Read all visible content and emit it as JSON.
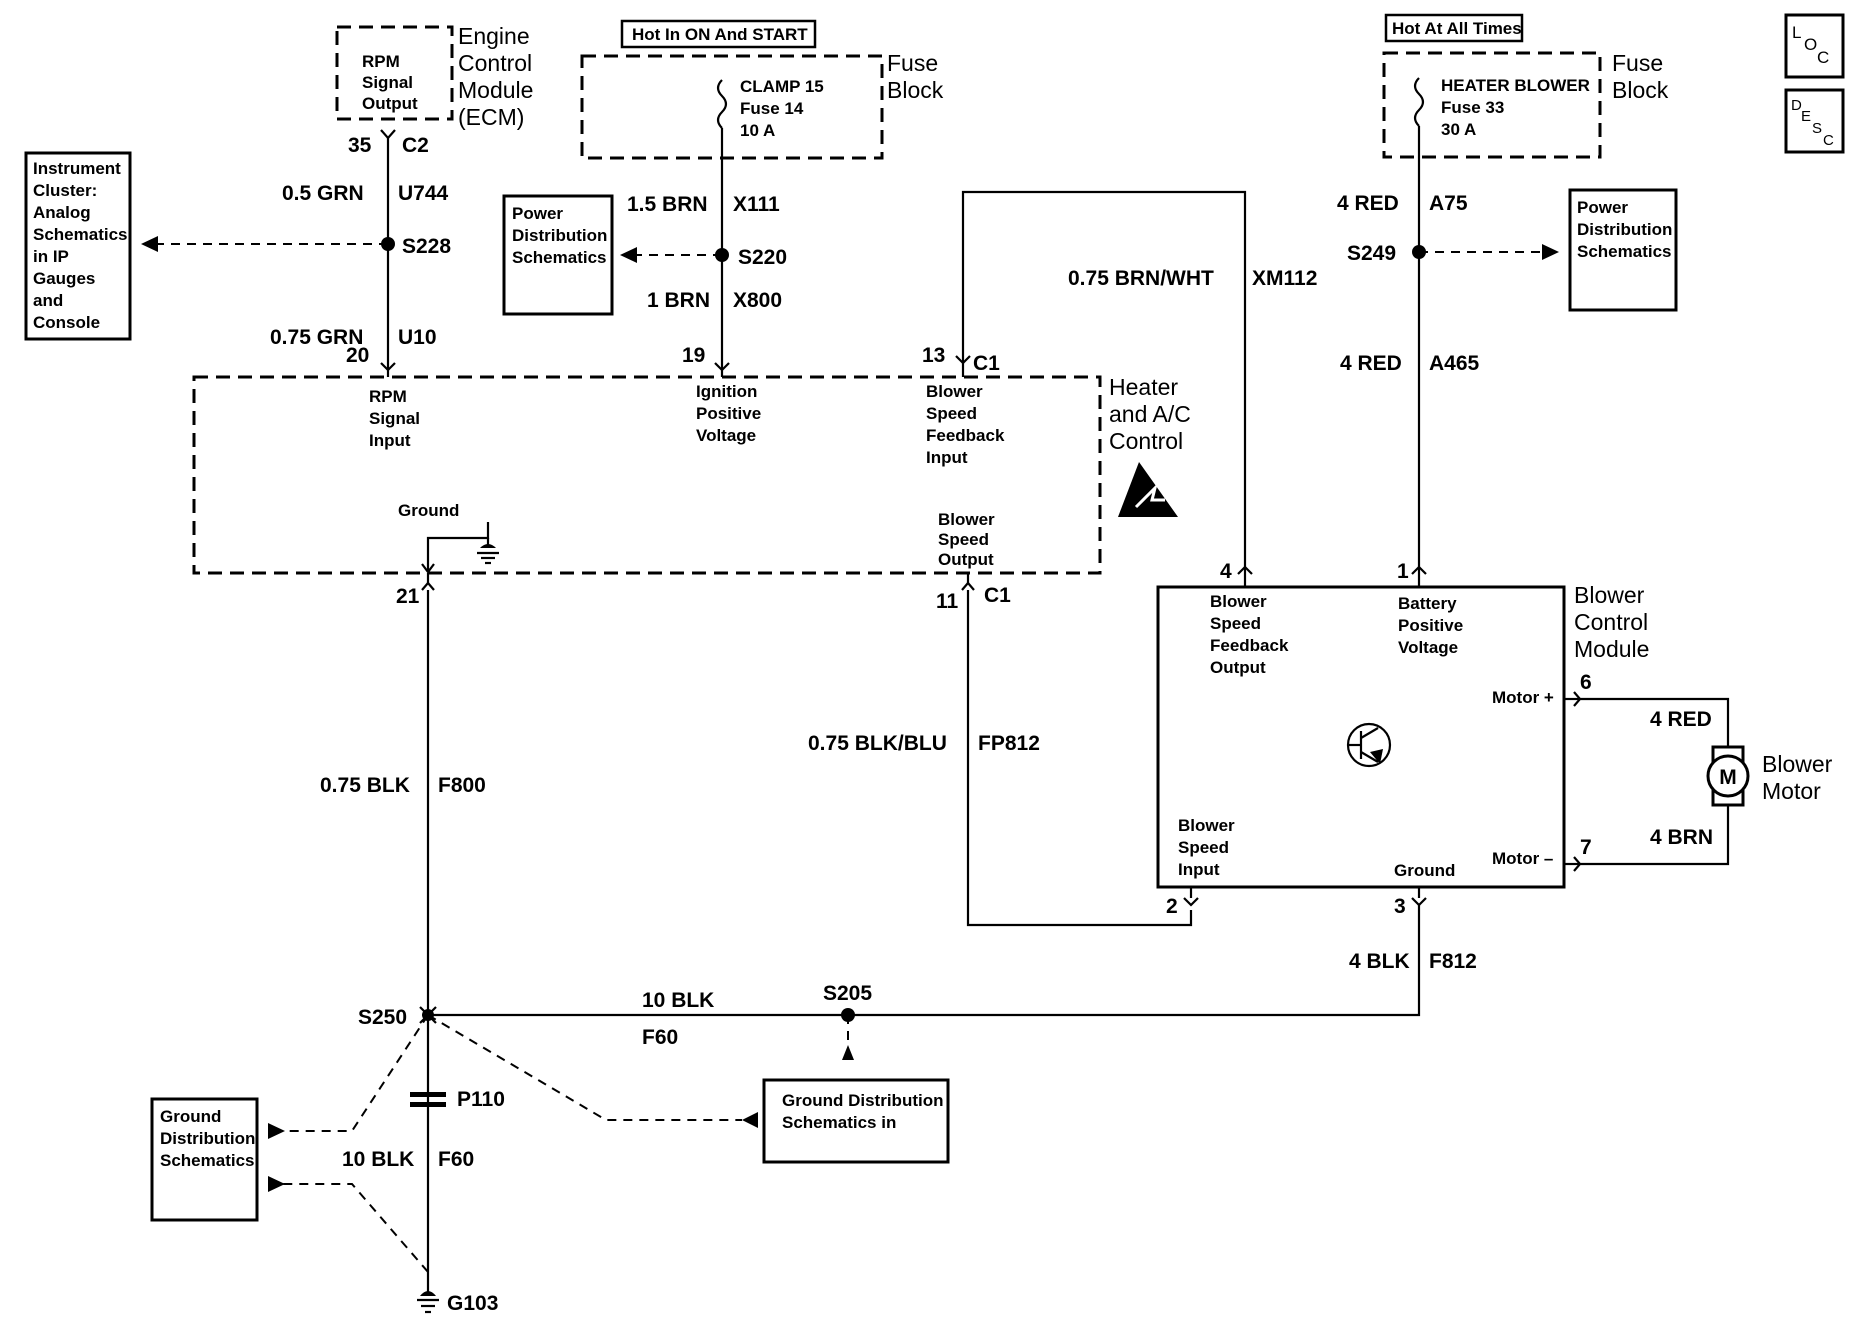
{
  "corner_tags": {
    "loc": [
      "L",
      "O",
      "C"
    ],
    "desc": [
      "D",
      "E",
      "S",
      "C"
    ]
  },
  "ecm": {
    "lines": [
      "Engine",
      "Control",
      "Module",
      "(ECM)"
    ],
    "pin_lines": [
      "RPM",
      "Signal",
      "Output"
    ],
    "pin": "35",
    "connector": "C2"
  },
  "fuse14": {
    "banner": "Hot In ON And START",
    "name": "CLAMP 15",
    "fuse": "Fuse 14",
    "rating": "10 A",
    "block_lines": [
      "Fuse",
      "Block"
    ]
  },
  "fuse33": {
    "banner": "Hot At All Times",
    "name": "HEATER BLOWER",
    "fuse": "Fuse 33",
    "rating": "30 A",
    "block_lines": [
      "Fuse",
      "Block"
    ]
  },
  "instrument_cluster": {
    "lines": [
      "Instrument",
      "Cluster:",
      "Analog",
      "Schematics",
      "in IP",
      "Gauges",
      "and",
      "Console"
    ]
  },
  "pds_left": {
    "lines": [
      "Power",
      "Distribution",
      "Schematics"
    ]
  },
  "pds_right": {
    "lines": [
      "Power",
      "Distribution",
      "Schematics"
    ]
  },
  "wires": {
    "u744": {
      "gauge": "0.5 GRN",
      "circuit": "U744"
    },
    "u10": {
      "gauge": "0.75 GRN",
      "circuit": "U10"
    },
    "x111": {
      "gauge": "1.5 BRN",
      "circuit": "X111"
    },
    "x800": {
      "gauge": "1 BRN",
      "circuit": "X800"
    },
    "xm112": {
      "gauge": "0.75 BRN/WHT",
      "circuit": "XM112"
    },
    "a75": {
      "gauge": "4 RED",
      "circuit": "A75"
    },
    "a465": {
      "gauge": "4 RED",
      "circuit": "A465"
    },
    "fp812": {
      "gauge": "0.75 BLK/BLU",
      "circuit": "FP812"
    },
    "f800": {
      "gauge": "0.75 BLK",
      "circuit": "F800"
    },
    "f812": {
      "gauge": "4 BLK",
      "circuit": "F812"
    },
    "f60_top": {
      "gauge": "10 BLK",
      "circuit": "F60"
    },
    "f60_bottom": {
      "gauge": "10 BLK",
      "circuit": "F60"
    },
    "motor_red": {
      "gauge": "4 RED"
    },
    "motor_brn": {
      "gauge": "4 BRN"
    }
  },
  "splices": {
    "s228": "S228",
    "s220": "S220",
    "s249": "S249",
    "s250": "S250",
    "s205": "S205"
  },
  "hvac_control": {
    "title_lines": [
      "Heater",
      "and A/C",
      "Control"
    ],
    "connector": "C1",
    "pins": {
      "rpm": {
        "num": "20",
        "lines": [
          "RPM",
          "Signal",
          "Input"
        ]
      },
      "ign": {
        "num": "19",
        "lines": [
          "Ignition",
          "Positive",
          "Voltage"
        ]
      },
      "fb": {
        "num": "13",
        "lines": [
          "Blower",
          "Speed",
          "Feedback",
          "Input"
        ]
      },
      "out": {
        "num": "11",
        "lines": [
          "Blower",
          "Speed",
          "Output"
        ]
      },
      "gnd": {
        "num": "21",
        "label": "Ground"
      }
    },
    "connector_bottom": "C1"
  },
  "blower_module": {
    "title_lines": [
      "Blower",
      "Control",
      "Module"
    ],
    "pin4": {
      "num": "4",
      "lines": [
        "Blower",
        "Speed",
        "Feedback",
        "Output"
      ]
    },
    "pin1": {
      "num": "1",
      "lines": [
        "Battery",
        "Positive",
        "Voltage"
      ]
    },
    "pin6": {
      "num": "6",
      "label": "Motor +"
    },
    "pin7": {
      "num": "7",
      "label": "Motor –"
    },
    "pin2": {
      "num": "2",
      "lines": [
        "Blower",
        "Speed",
        "Input"
      ]
    },
    "pin3": {
      "num": "3",
      "label": "Ground"
    }
  },
  "blower_motor": {
    "symbol": "M",
    "lines": [
      "Blower",
      "Motor"
    ]
  },
  "connector_p110": "P110",
  "ground_g103": "G103",
  "ground_dist_left": {
    "lines": [
      "Ground",
      "Distribution",
      "Schematics"
    ]
  },
  "ground_dist_center": {
    "lines": [
      "Ground Distribution",
      "Schematics in"
    ]
  }
}
